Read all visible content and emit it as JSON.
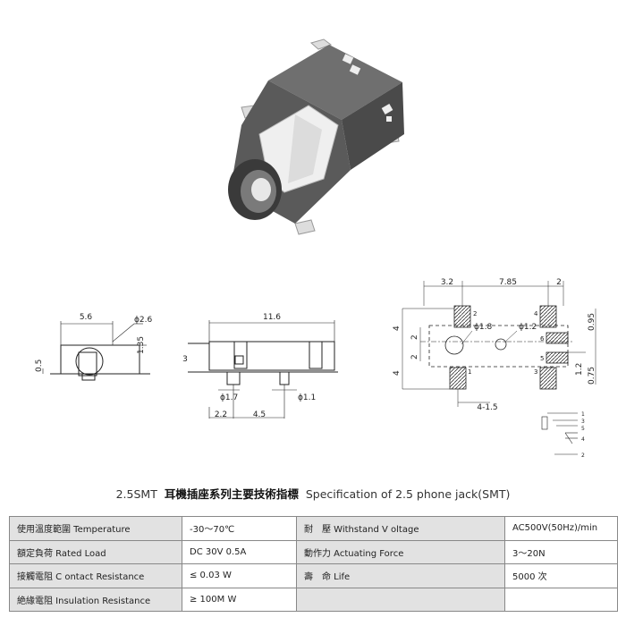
{
  "views": {
    "front": {
      "width": "5.6",
      "hole": "ϕ2.6",
      "height": "1.35",
      "foot": "0.5"
    },
    "side": {
      "length": "11.6",
      "height": "3",
      "pin1": "ϕ1.7",
      "pin2": "ϕ1.1",
      "dim1": "2.2",
      "dim2": "4.5"
    },
    "footprint": {
      "top_left": "3.2",
      "top_mid": "7.85",
      "top_right": "2",
      "left_upper": "4",
      "left_lower": "4",
      "left_a": "2",
      "left_b": "2",
      "hole_a": "ϕ1.8",
      "hole_b": "ϕ1.2",
      "right_a": "0.95",
      "right_b": "1.2",
      "right_c": "0.75",
      "bottom": "4-1.5",
      "pads": [
        "2",
        "4",
        "6",
        "5",
        "1",
        "3"
      ]
    },
    "schematic_pins": [
      "1",
      "3",
      "5",
      "4",
      "2"
    ]
  },
  "spec": {
    "title_prefix": "2.5SMT",
    "title_zh": "耳機插座系列主要技術指標",
    "title_en": "Specification of 2.5 phone jack(SMT)",
    "rows": [
      {
        "label1": "使用溫度範圍 Temperature",
        "value1": "-30～70℃",
        "label2": "耐　壓 Withstand V oltage",
        "value2": "AC500V(50Hz)/min"
      },
      {
        "label1": "額定負荷 Rated Load",
        "value1": "DC 30V 0.5A",
        "label2": "動作力 Actuating Force",
        "value2": "3～20N"
      },
      {
        "label1": "接觸電阻 C ontact Resistance",
        "value1": "≤ 0.03 W",
        "label2": "壽　命 Life",
        "value2": "5000 次"
      },
      {
        "label1": "絶緣電阻 Insulation Resistance",
        "value1": "≥ 100M W",
        "label2": "",
        "value2": ""
      }
    ]
  }
}
